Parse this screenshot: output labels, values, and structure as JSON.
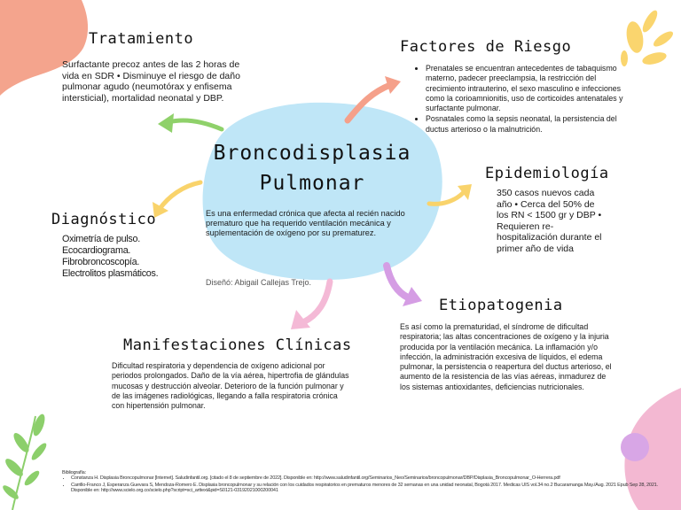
{
  "center": {
    "title_line1": "Broncodisplasia",
    "title_line2": "Pulmonar",
    "description": "Es una enfermedad crónica que afecta al recién nacido prematuro que ha requerido ventilación mecánica y suplementación de oxígeno por su prematurez.",
    "credit": "Diseñó: Abigail Callejas Trejo."
  },
  "tratamiento": {
    "title": "Tratamiento",
    "text": "Surfactante precoz antes de las 2 horas de vida en SDR • Disminuye el riesgo de daño pulmonar agudo (neumotórax y enfisema intersticial), mortalidad neonatal y DBP."
  },
  "factores": {
    "title": "Factores de Riesgo",
    "items": [
      "Prenatales se encuentran antecedentes de tabaquismo materno, padecer preeclampsia, la restricción del crecimiento intrauterino, el sexo masculino e infecciones como la corioamnionitis, uso de corticoides antenatales y surfactante pulmonar.",
      "Posnatales como la sepsis neonatal, la persistencia del ductus arterioso o la malnutrición."
    ]
  },
  "epidemiologia": {
    "title": "Epidemiología",
    "text": "350 casos nuevos cada año • Cerca del 50% de los RN < 1500 gr y DBP • Requieren re-hospitalización durante el primer año de vida"
  },
  "diagnostico": {
    "title": "Diagnóstico",
    "items": [
      "Oximetría de pulso.",
      "Ecocardiograma.",
      "Fibrobroncoscopía.",
      "Electrolitos plasmáticos."
    ]
  },
  "etiopatogenia": {
    "title": "Etiopatogenia",
    "text": "Es así como la prematuridad, el síndrome de dificultad respiratoria; las altas concentraciones de oxígeno y la injuria producida por la ventilación mecánica. La inflamación y/o infección, la administración excesiva de líquidos, el edema pulmonar, la persistencia o reapertura del ductus arterioso, el aumento de la resistencia de las vías aéreas, inmadurez de los sistemas antioxidantes, deficiencias nutricionales."
  },
  "manifestaciones": {
    "title": "Manifestaciones Clínicas",
    "text": "Dificultad respiratoria y dependencia de oxígeno adicional por periodos prolongados. Daño de la vía aérea, hipertrofia de glándulas mucosas y destrucción alveolar. Deterioro de la función pulmonar y de las imágenes radiológicas, llegando a falla respiratoria crónica con hipertensión pulmonar."
  },
  "bibliografia": {
    "label": "Bibliografía:",
    "items": [
      "Constanza H. Displasia Broncopulmonar [Internet]. Saludinfantil.org. [citado el 8 de septiembre de 2022]. Disponible en: http://www.saludinfantil.org/Seminarios_Neo/Seminarios/broncopulmonar/DBP/Displasia_Broncopulmonar_O-Herrera.pdf",
      "Carrillo-Franco J, Esperanza Guevara S, Mendoza-Romero E. Displasia broncopulmonar y su relación con los cuidados respiratorios en prematuros menores de 32 semanas en una unidad neonatal, Bogotá 2017. Medicas UIS vol.34 no.2 Bucaramanga May./Aug. 2021 Epub Sep 28, 2021. Disponible en: http://www.scielo.org.co/scielo.php?script=sci_arttext&pid=S0121-03192021000200041"
    ]
  },
  "colors": {
    "blob": "#bfe6f7",
    "arrow_green": "#8fd16a",
    "arrow_salmon": "#f5a08a",
    "arrow_yellow": "#f9d36b",
    "arrow_pink": "#f4b9d6",
    "arrow_purple": "#d59de4",
    "corner_salmon": "#f4a48d",
    "corner_pink": "#f3b8d2",
    "corner_purple": "#d8a6e6",
    "leaf_green": "#8ccf6b",
    "corner_yellow": "#fad56e"
  }
}
